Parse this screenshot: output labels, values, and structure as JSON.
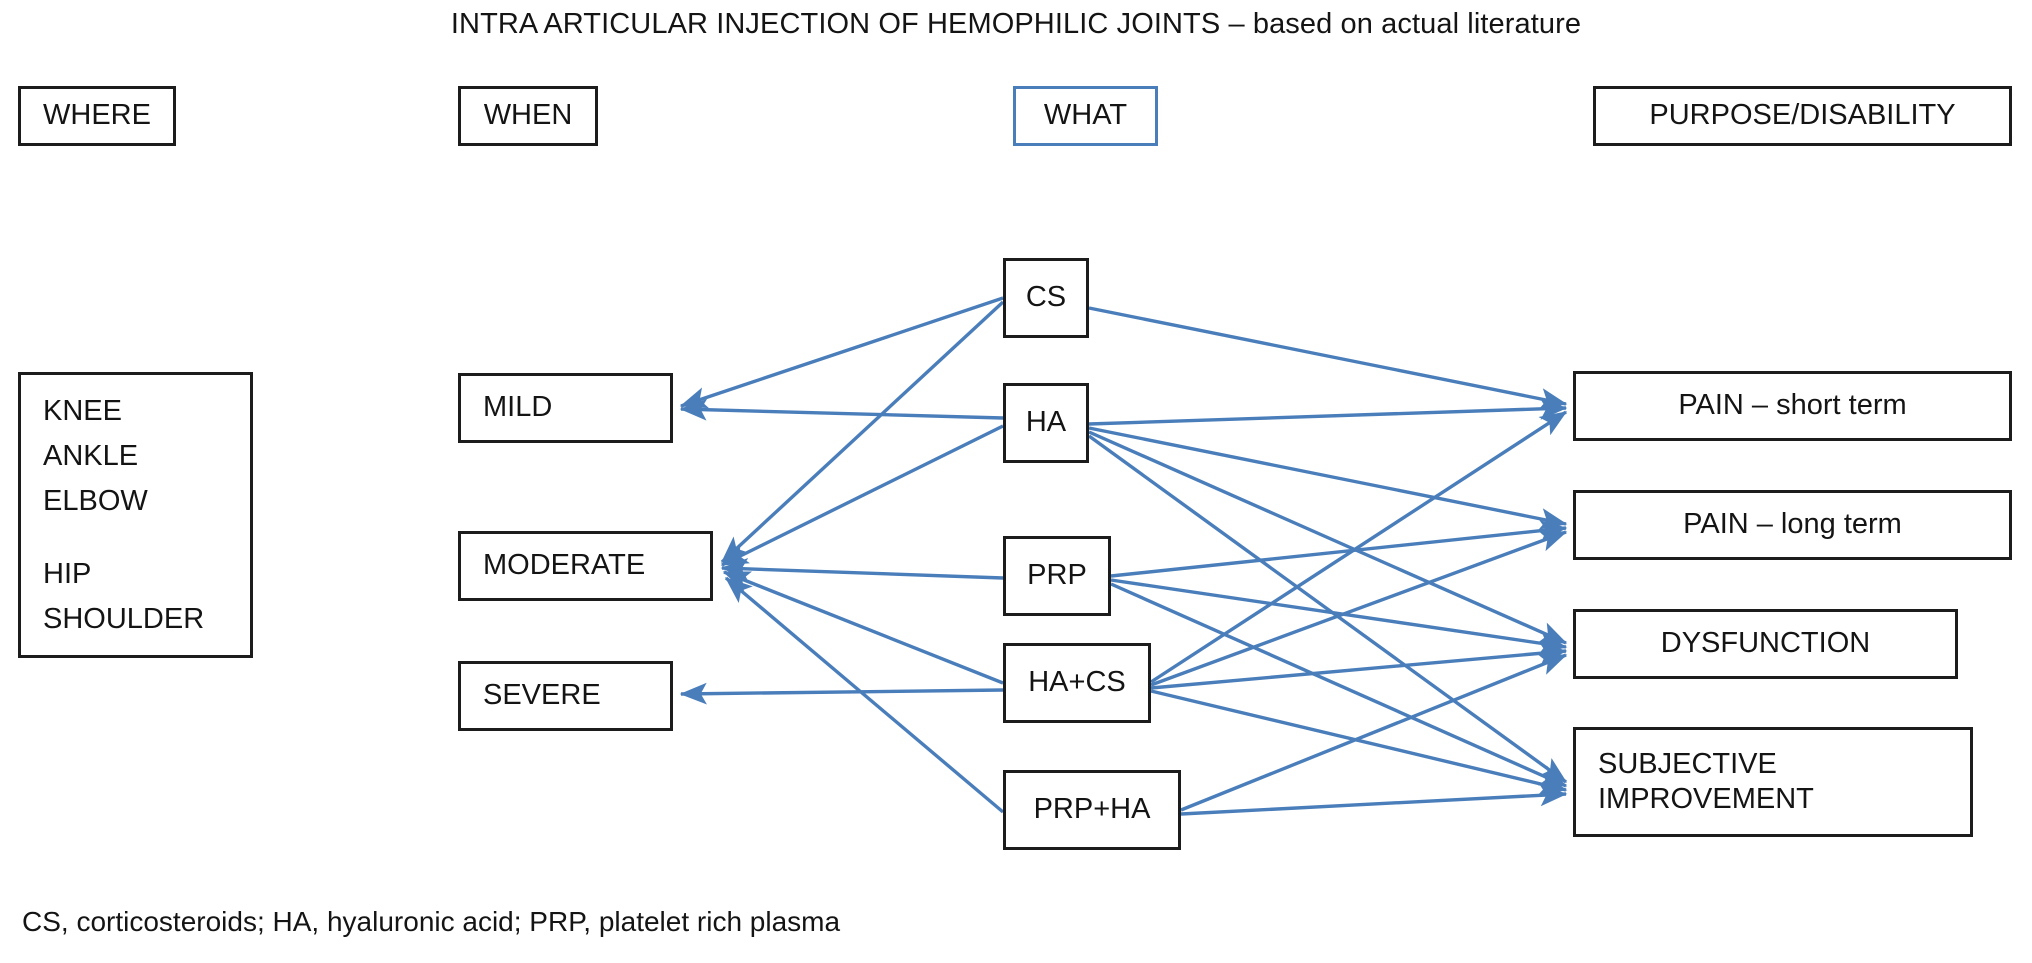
{
  "title": "INTRA ARTICULAR INJECTION OF HEMOPHILIC JOINTS – based on actual literature",
  "colors": {
    "arrow": "#4a7ebb",
    "accent_border": "#4a7ebb",
    "box_border": "#1c1c1c",
    "text": "#141414",
    "background": "#ffffff"
  },
  "headers": {
    "where": "WHERE",
    "when": "WHEN",
    "what": "WHAT",
    "purpose": "PURPOSE/DISABILITY"
  },
  "where": {
    "items": [
      "KNEE",
      "ANKLE",
      "ELBOW",
      "HIP",
      "SHOULDER"
    ],
    "line1": "KNEE",
    "line2": "ANKLE",
    "line3": "ELBOW",
    "line4": "HIP",
    "line5": "SHOULDER"
  },
  "when": {
    "items": [
      {
        "id": "mild",
        "label": "MILD"
      },
      {
        "id": "moderate",
        "label": "MODERATE"
      },
      {
        "id": "severe",
        "label": "SEVERE"
      }
    ],
    "mild": "MILD",
    "moderate": "MODERATE",
    "severe": "SEVERE"
  },
  "what": {
    "items": [
      {
        "id": "cs",
        "label": "CS"
      },
      {
        "id": "ha",
        "label": "HA"
      },
      {
        "id": "prp",
        "label": "PRP"
      },
      {
        "id": "hacs",
        "label": "HA+CS"
      },
      {
        "id": "prpha",
        "label": "PRP+HA"
      }
    ],
    "cs": "CS",
    "ha": "HA",
    "prp": "PRP",
    "hacs": "HA+CS",
    "prpha": "PRP+HA"
  },
  "purpose": {
    "items": [
      {
        "id": "pain_short",
        "label": "PAIN – short term"
      },
      {
        "id": "pain_long",
        "label": "PAIN – long term"
      },
      {
        "id": "dysfunction",
        "label": "DYSFUNCTION"
      },
      {
        "id": "subjective",
        "label": "SUBJECTIVE\nIMPROVEMENT"
      }
    ],
    "pain_short": "PAIN – short term",
    "pain_long": "PAIN – long term",
    "dysfunction": "DYSFUNCTION",
    "subjective": "SUBJECTIVE\nIMPROVEMENT"
  },
  "connections": {
    "to_when": [
      {
        "from": "cs",
        "to": "mild"
      },
      {
        "from": "ha",
        "to": "mild"
      },
      {
        "from": "cs",
        "to": "moderate"
      },
      {
        "from": "ha",
        "to": "moderate"
      },
      {
        "from": "prp",
        "to": "moderate"
      },
      {
        "from": "hacs",
        "to": "moderate"
      },
      {
        "from": "prpha",
        "to": "moderate"
      },
      {
        "from": "hacs",
        "to": "severe"
      }
    ],
    "to_purpose": [
      {
        "from": "cs",
        "to": "pain_short"
      },
      {
        "from": "ha",
        "to": "pain_short"
      },
      {
        "from": "ha",
        "to": "pain_long"
      },
      {
        "from": "ha",
        "to": "dysfunction"
      },
      {
        "from": "ha",
        "to": "subjective"
      },
      {
        "from": "prp",
        "to": "pain_long"
      },
      {
        "from": "prp",
        "to": "dysfunction"
      },
      {
        "from": "prp",
        "to": "subjective"
      },
      {
        "from": "hacs",
        "to": "pain_short"
      },
      {
        "from": "hacs",
        "to": "pain_long"
      },
      {
        "from": "hacs",
        "to": "dysfunction"
      },
      {
        "from": "hacs",
        "to": "subjective"
      },
      {
        "from": "prpha",
        "to": "dysfunction"
      },
      {
        "from": "prpha",
        "to": "subjective"
      }
    ]
  },
  "footnote": "CS, corticosteroids; HA, hyaluronic acid; PRP, platelet rich plasma"
}
